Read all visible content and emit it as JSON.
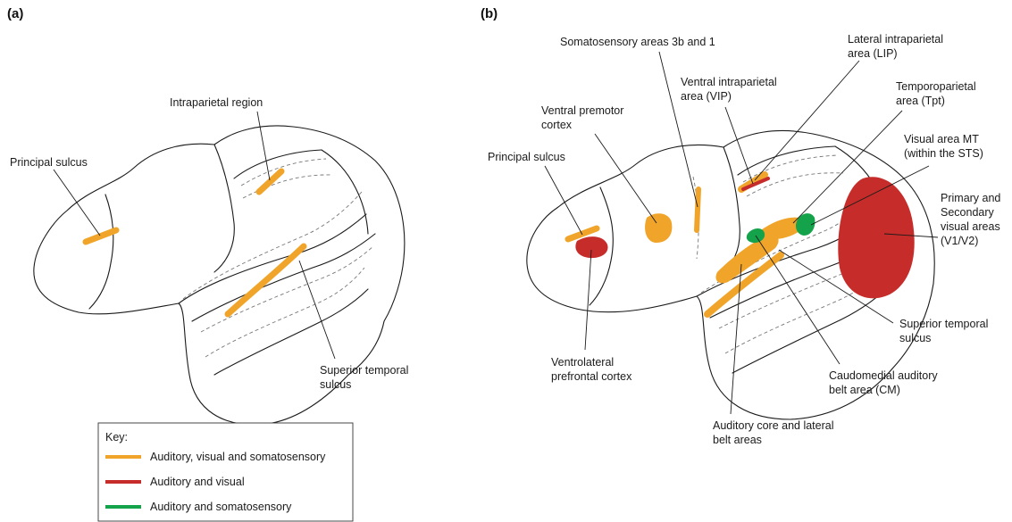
{
  "panels": {
    "a": "(a)",
    "b": "(b)"
  },
  "colors": {
    "avs": "#F0A52A",
    "av": "#C62D2A",
    "as": "#14A24A"
  },
  "panel_a": {
    "intraparietal": "Intraparietal region",
    "principal": "Principal sulcus",
    "sts_1": "Superior temporal",
    "sts_2": "sulcus"
  },
  "panel_b": {
    "somatosensory": "Somatosensory areas 3b and 1",
    "lip_1": "Lateral intraparietal",
    "lip_2": "area (LIP)",
    "vip_1": "Ventral intraparietal",
    "vip_2": "area (VIP)",
    "tpt_1": "Temporoparietal",
    "tpt_2": "area (Tpt)",
    "premotor_1": "Ventral premotor",
    "premotor_2": "cortex",
    "mt_1": "Visual area MT",
    "mt_2": "(within the STS)",
    "principal": "Principal sulcus",
    "v1_1": "Primary and",
    "v1_2": "Secondary",
    "v1_3": "visual areas",
    "v1_4": "(V1/V2)",
    "sts_1": "Superior temporal",
    "sts_2": "sulcus",
    "vlpfc_1": "Ventrolateral",
    "vlpfc_2": "prefrontal cortex",
    "cm_1": "Caudomedial auditory",
    "cm_2": "belt area (CM)",
    "core_1": "Auditory core and lateral",
    "core_2": "belt areas"
  },
  "key": {
    "title": "Key:",
    "items": [
      {
        "label": "Auditory, visual and somatosensory",
        "color": "#F0A52A"
      },
      {
        "label": "Auditory and visual",
        "color": "#C62D2A"
      },
      {
        "label": "Auditory and somatosensory",
        "color": "#14A24A"
      }
    ]
  }
}
